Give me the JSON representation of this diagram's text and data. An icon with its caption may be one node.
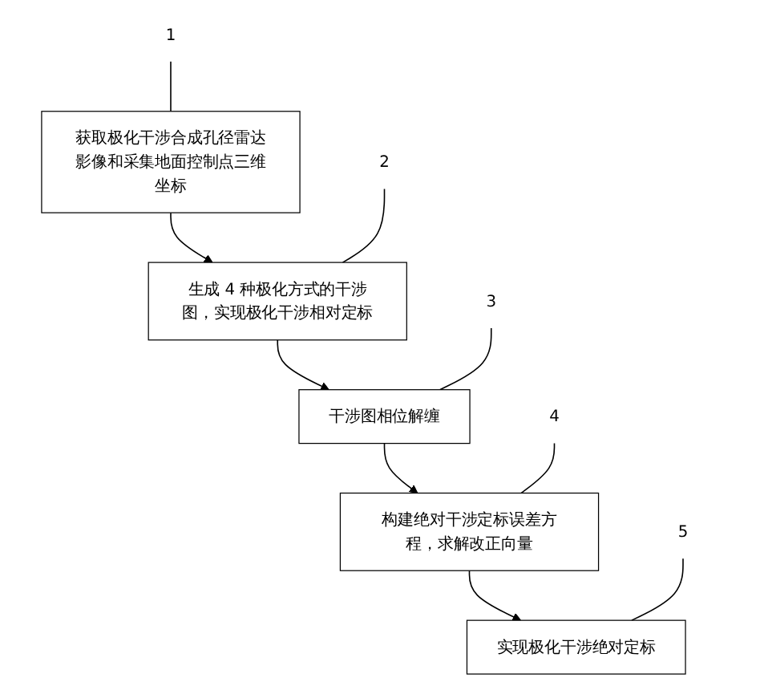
{
  "diagram": {
    "nodes": [
      {
        "text": [
          "获取极化干涉合成孔径雷达影像和采集地面控制点三维坐标"
        ]
      },
      {
        "text": [
          "生成 4 种极化方式的干涉图，实现极化干涉相对定标"
        ]
      },
      {
        "text": [
          "干涉图相位解缠"
        ]
      },
      {
        "text": [
          "构建绝对干涉定标误差方程，求解改正向量"
        ]
      },
      {
        "text": [
          "实现极化干涉绝对定标"
        ]
      },
      {
        "text": [
          "1"
        ]
      },
      {
        "text": [
          "2"
        ]
      },
      {
        "text": [
          "3"
        ]
      },
      {
        "text": [
          "4"
        ]
      },
      {
        "text": [
          "5"
        ]
      }
    ],
    "edges": [
      {
        "from": 0,
        "to": 1,
        "arrow": "to"
      },
      {
        "from": 1,
        "to": 2,
        "arrow": "to"
      },
      {
        "from": 2,
        "to": 3,
        "arrow": "to"
      },
      {
        "from": 3,
        "to": 4,
        "arrow": "to"
      },
      {
        "from": 5,
        "to": 0,
        "arrow": "none"
      },
      {
        "from": 6,
        "to": 1,
        "arrow": "none"
      },
      {
        "from": 7,
        "to": 2,
        "arrow": "none"
      },
      {
        "from": 8,
        "to": 3,
        "arrow": "none"
      },
      {
        "from": 9,
        "to": 4,
        "arrow": "none"
      }
    ]
  }
}
